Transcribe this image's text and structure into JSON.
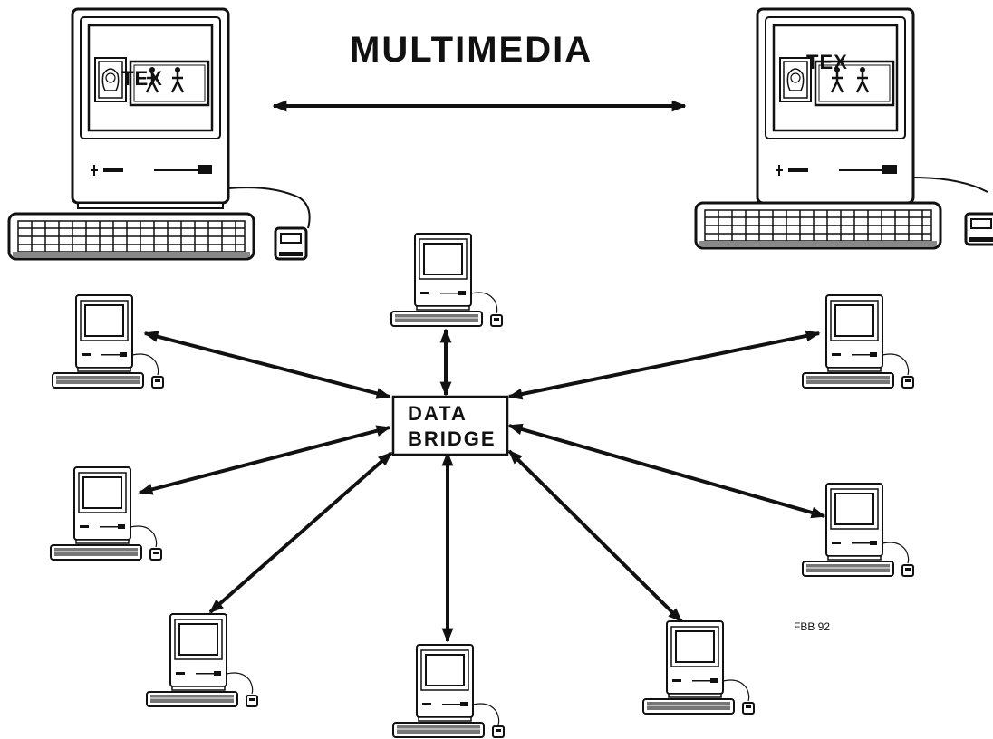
{
  "title": "MULTIMEDIA",
  "bridge": {
    "line1": "DATA",
    "line2": "BRIDGE"
  },
  "large_screen_label": "TEX",
  "credit": "FBB 92",
  "colors": {
    "ink": "#111111",
    "background": "#ffffff"
  },
  "icons": [
    "computer-icon",
    "keyboard-icon",
    "mouse-icon",
    "portrait-icon",
    "figures-icon"
  ]
}
